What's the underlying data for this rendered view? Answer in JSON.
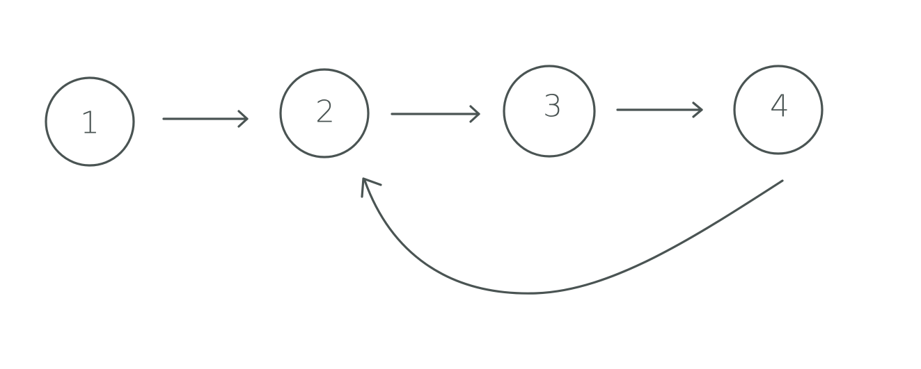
{
  "diagram": {
    "stroke_color": "#4a5453",
    "background_color": "#ffffff",
    "nodes": [
      {
        "id": "n1",
        "label": "1"
      },
      {
        "id": "n2",
        "label": "2"
      },
      {
        "id": "n3",
        "label": "3"
      },
      {
        "id": "n4",
        "label": "4"
      }
    ],
    "edges": [
      {
        "from": "n1",
        "to": "n2"
      },
      {
        "from": "n2",
        "to": "n3"
      },
      {
        "from": "n3",
        "to": "n4"
      },
      {
        "from": "n4",
        "to": "n2"
      }
    ]
  }
}
